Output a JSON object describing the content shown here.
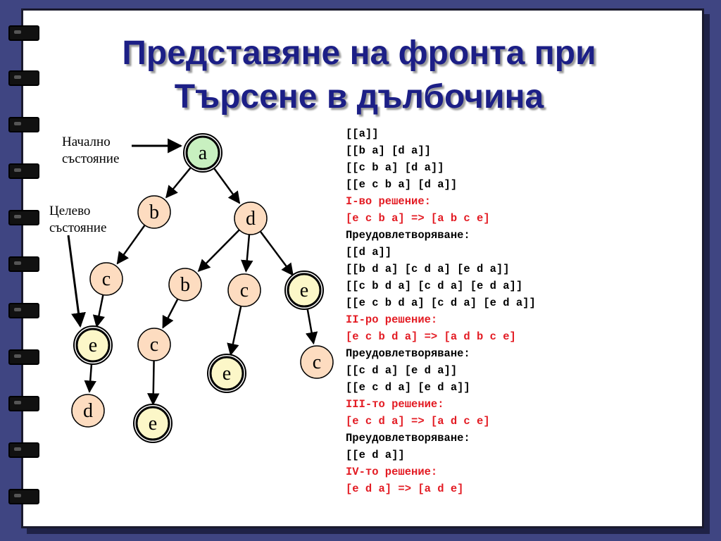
{
  "title": {
    "line1": "Представяне на фронта при",
    "line2": "Търсене в дълбочина"
  },
  "labels": {
    "start": [
      "Начално",
      "състояние"
    ],
    "goal": [
      "Целево",
      "състояние"
    ]
  },
  "colors": {
    "background": "#3f4582",
    "title": "#1c1f86",
    "node_fill": "#fddcc0",
    "start_fill": "#c8f0c0",
    "goal_fill": "#fcf7c8",
    "solution_text": "#e31b23"
  },
  "tree": {
    "nodes": [
      {
        "id": "n-a",
        "label": "a",
        "kind": "start"
      },
      {
        "id": "n-b1",
        "label": "b",
        "kind": "normal"
      },
      {
        "id": "n-d1",
        "label": "d",
        "kind": "normal"
      },
      {
        "id": "n-c1",
        "label": "c",
        "kind": "normal"
      },
      {
        "id": "n-e1",
        "label": "e",
        "kind": "goal"
      },
      {
        "id": "n-d2",
        "label": "d",
        "kind": "normal"
      },
      {
        "id": "n-b2",
        "label": "b",
        "kind": "normal"
      },
      {
        "id": "n-c2",
        "label": "c",
        "kind": "normal"
      },
      {
        "id": "n-e2",
        "label": "e",
        "kind": "goal"
      },
      {
        "id": "n-c3",
        "label": "c",
        "kind": "normal"
      },
      {
        "id": "n-e3",
        "label": "e",
        "kind": "goal"
      },
      {
        "id": "n-e4",
        "label": "e",
        "kind": "goal"
      },
      {
        "id": "n-c4",
        "label": "c",
        "kind": "normal"
      }
    ],
    "edges": [
      [
        "n-a",
        "n-b1"
      ],
      [
        "n-a",
        "n-d1"
      ],
      [
        "n-b1",
        "n-c1"
      ],
      [
        "n-c1",
        "n-e1"
      ],
      [
        "n-e1",
        "n-d2"
      ],
      [
        "n-d1",
        "n-b2"
      ],
      [
        "n-d1",
        "n-c3"
      ],
      [
        "n-d1",
        "n-e4"
      ],
      [
        "n-b2",
        "n-c2"
      ],
      [
        "n-c2",
        "n-e2"
      ],
      [
        "n-c3",
        "n-e3"
      ],
      [
        "n-e4",
        "n-c4"
      ]
    ]
  },
  "trace": [
    {
      "text": "[[a]]",
      "type": "normal"
    },
    {
      "text": "[[b a] [d a]]",
      "type": "normal"
    },
    {
      "text": "[[c b a] [d a]]",
      "type": "normal"
    },
    {
      "text": "[[e c b a] [d a]]",
      "type": "normal"
    },
    {
      "text": "I-во решение:",
      "type": "red"
    },
    {
      "text": "[e c b a] => [a b c e]",
      "type": "red"
    },
    {
      "text": "Преудовлетворяване:",
      "type": "normal"
    },
    {
      "text": "[[d a]]",
      "type": "normal"
    },
    {
      "text": "[[b d a] [c d a] [e d a]]",
      "type": "normal"
    },
    {
      "text": "[[c b d a] [c d a] [e d a]]",
      "type": "normal"
    },
    {
      "text": "[[e c b d a] [c d a] [e d a]]",
      "type": "normal"
    },
    {
      "text": "II-ро решение:",
      "type": "red"
    },
    {
      "text": "[e c b d a] => [a d b c e]",
      "type": "red"
    },
    {
      "text": "Преудовлетворяване:",
      "type": "normal"
    },
    {
      "text": "[[c d a] [e d a]]",
      "type": "normal"
    },
    {
      "text": "[[e c d a] [e d a]]",
      "type": "normal"
    },
    {
      "text": "III-то решение:",
      "type": "red"
    },
    {
      "text": "[e c d a] => [a d c e]",
      "type": "red"
    },
    {
      "text": "Преудовлетворяване:",
      "type": "normal"
    },
    {
      "text": "[[e d a]]",
      "type": "normal"
    },
    {
      "text": "IV-то решение:",
      "type": "red"
    },
    {
      "text": "[e d a] => [a d e]",
      "type": "red"
    }
  ]
}
